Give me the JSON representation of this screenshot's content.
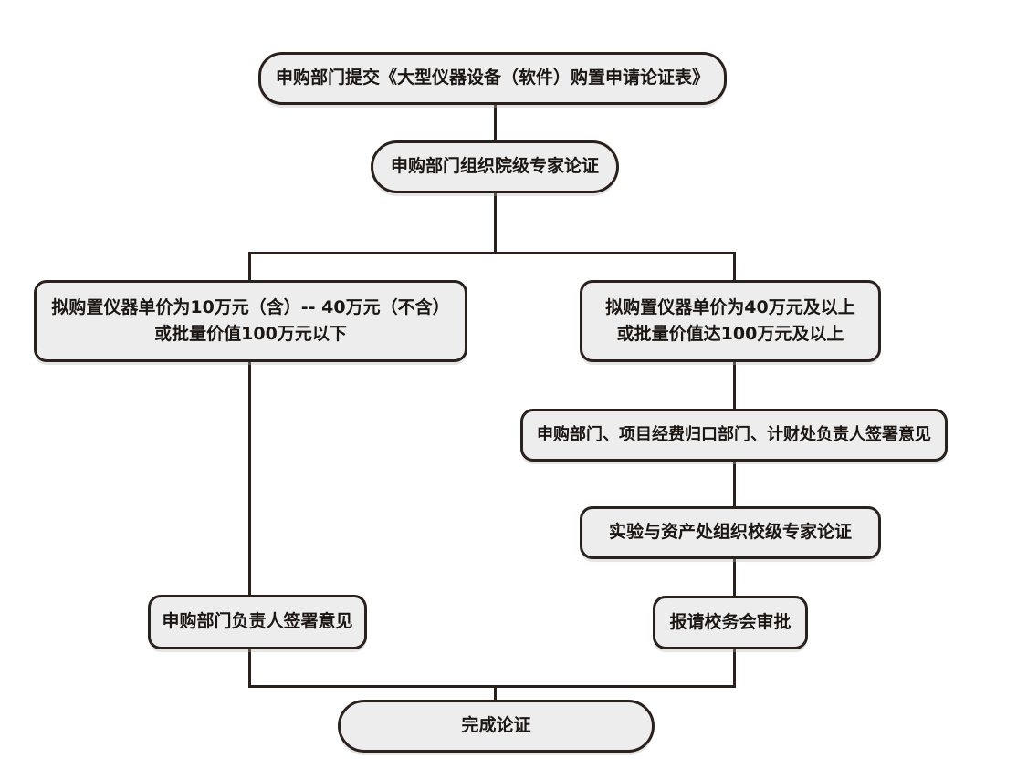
{
  "diagram": {
    "kind": "flowchart",
    "language": "zh-CN",
    "colors": {
      "background": "#ffffff",
      "node_fill": "#ededed",
      "node_border": "#2a211d",
      "connector": "#2a211d",
      "text": "#1c1613"
    },
    "nodes": {
      "submit": {
        "label": "申购部门提交《大型仪器设备（软件）购置申请论证表》"
      },
      "dept_expert_review": {
        "label": "申购部门组织院级专家论证"
      },
      "left_condition": {
        "line1": "拟购置仪器单价为10万元（含）-- 40万元（不含）",
        "line2": "或批量价值100万元以下"
      },
      "right_condition": {
        "line1": "拟购置仪器单价为40万元及以上",
        "line2": "或批量价值达100万元及以上"
      },
      "right_sign_opinions": {
        "label": "申购部门、项目经费归口部门、计财处负责人签署意见"
      },
      "school_expert_review": {
        "label": "实验与资产处组织校级专家论证"
      },
      "school_council_approval": {
        "label": "报请校务会审批"
      },
      "left_sign_opinions": {
        "label": "申购部门负责人签署意见"
      },
      "complete": {
        "label": "完成论证"
      }
    },
    "edges": [
      {
        "from": "submit",
        "to": "dept_expert_review"
      },
      {
        "from": "dept_expert_review",
        "to": "left_condition"
      },
      {
        "from": "dept_expert_review",
        "to": "right_condition"
      },
      {
        "from": "left_condition",
        "to": "left_sign_opinions"
      },
      {
        "from": "right_condition",
        "to": "right_sign_opinions"
      },
      {
        "from": "right_sign_opinions",
        "to": "school_expert_review"
      },
      {
        "from": "school_expert_review",
        "to": "school_council_approval"
      },
      {
        "from": "left_sign_opinions",
        "to": "complete"
      },
      {
        "from": "school_council_approval",
        "to": "complete"
      }
    ]
  }
}
